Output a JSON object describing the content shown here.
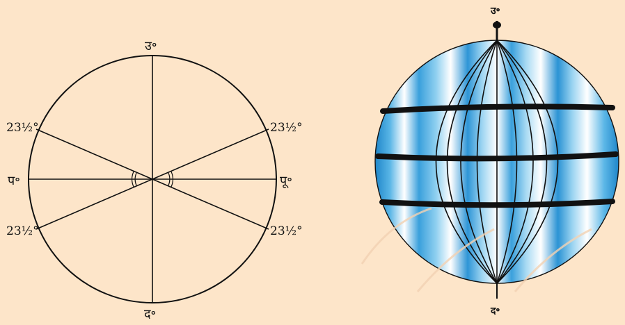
{
  "top_text": "",
  "diagram_left": {
    "north": "उ॰",
    "south": "द॰",
    "west": "प॰",
    "east": "पू॰",
    "upper_left_angle": "23½°",
    "upper_right_angle": "23½°",
    "lower_left_angle": "23½°",
    "lower_right_angle": "23½°"
  },
  "diagram_right": {
    "north": "उ॰",
    "south": "द॰"
  },
  "colors": {
    "background": "#fde5c9",
    "globe_blue": "#3aa0dc",
    "line": "#111111"
  }
}
